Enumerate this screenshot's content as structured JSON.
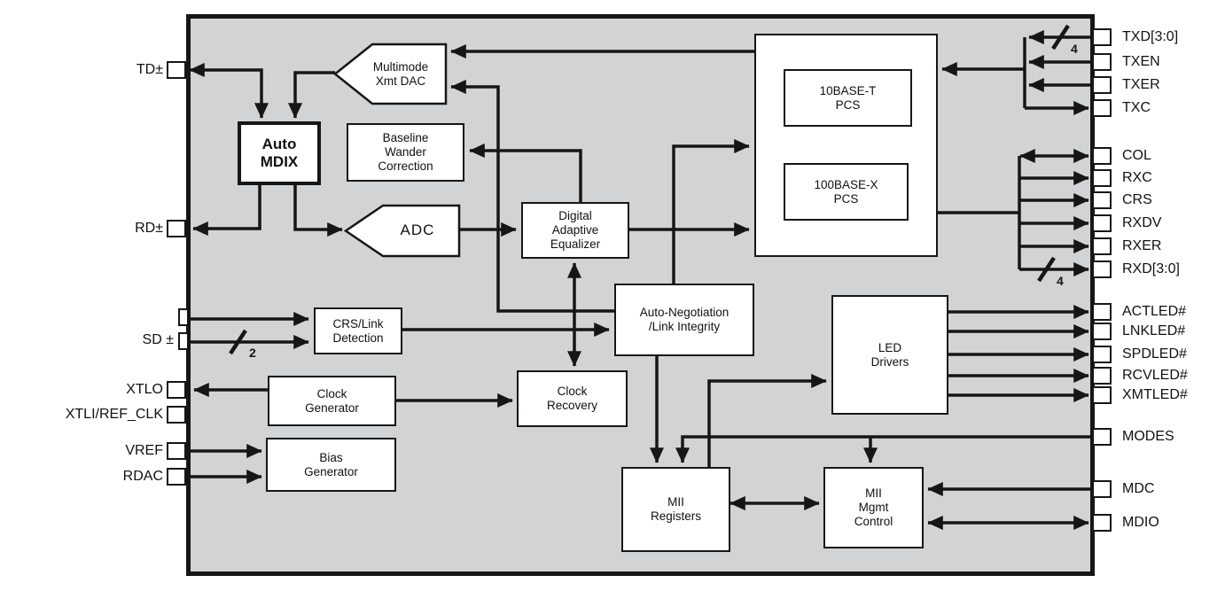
{
  "diagram_type": "phy-transceiver-block-diagram",
  "colors": {
    "chip_fill": "#d2d3d5",
    "line": "#161616",
    "box_fill": "#ffffff",
    "background": "#ffffff"
  },
  "blocks": {
    "auto_mdix": {
      "label": "Auto\nMDIX"
    },
    "multimode_dac": {
      "label": "Multimode\nXmt DAC"
    },
    "baseline_wander": {
      "label": "Baseline\nWander\nCorrection"
    },
    "adc": {
      "label": "ADC"
    },
    "equalizer": {
      "label": "Digital\nAdaptive\nEqualizer"
    },
    "crs_link": {
      "label": "CRS/Link\nDetection"
    },
    "clock_generator": {
      "label": "Clock\nGenerator"
    },
    "clock_recovery": {
      "label": "Clock\nRecovery"
    },
    "bias_generator": {
      "label": "Bias\nGenerator"
    },
    "auto_negotiation": {
      "label": "Auto-Negotiation\n/Link Integrity"
    },
    "pcs_10baset": {
      "label": "10BASE-T\nPCS"
    },
    "pcs_100basex": {
      "label": "100BASE-X\nPCS"
    },
    "led_drivers": {
      "label": "LED\nDrivers"
    },
    "mii_registers": {
      "label": "MII\nRegisters"
    },
    "mii_mgmt": {
      "label": "MII\nMgmt\nControl"
    }
  },
  "pins_left": {
    "td": {
      "label": "TD±"
    },
    "rd": {
      "label": "RD±"
    },
    "sd": {
      "label": "SD ±"
    },
    "xtlo": {
      "label": "XTLO"
    },
    "xtli": {
      "label": "XTLI/REF_CLK"
    },
    "vref": {
      "label": "VREF"
    },
    "rdac": {
      "label": "RDAC"
    }
  },
  "pins_right": {
    "txd": {
      "label": "TXD[3:0]"
    },
    "txen": {
      "label": "TXEN"
    },
    "txer": {
      "label": "TXER"
    },
    "txc": {
      "label": "TXC"
    },
    "col": {
      "label": "COL"
    },
    "rxc": {
      "label": "RXC"
    },
    "crs": {
      "label": "CRS"
    },
    "rxdv": {
      "label": "RXDV"
    },
    "rxer": {
      "label": "RXER"
    },
    "rxd": {
      "label": "RXD[3:0]"
    },
    "actled": {
      "label": "ACTLED#"
    },
    "lnkled": {
      "label": "LNKLED#"
    },
    "spdled": {
      "label": "SPDLED#"
    },
    "rcvled": {
      "label": "RCVLED#"
    },
    "xmtled": {
      "label": "XMTLED#"
    },
    "modes": {
      "label": "MODES"
    },
    "mdc": {
      "label": "MDC"
    },
    "mdio": {
      "label": "MDIO"
    }
  },
  "bus_widths": {
    "sd": "2",
    "txd": "4",
    "rxd": "4"
  },
  "connections": [
    {
      "from": "TD± pin",
      "to": "Auto MDIX",
      "style": "bidirectional"
    },
    {
      "from": "Multimode Xmt DAC",
      "to": "Auto MDIX",
      "style": "arrow"
    },
    {
      "from": "Auto MDIX",
      "to": "RD± pin",
      "style": "arrow"
    },
    {
      "from": "Auto MDIX",
      "to": "ADC",
      "style": "arrow"
    },
    {
      "from": "ADC",
      "to": "Digital Adaptive Equalizer",
      "style": "arrow"
    },
    {
      "from": "Digital Adaptive Equalizer",
      "to": "Baseline Wander Correction",
      "style": "arrow"
    },
    {
      "from": "Digital Adaptive Equalizer",
      "to": "PCS block (two inputs)",
      "style": "arrow"
    },
    {
      "from": "Digital Adaptive Equalizer",
      "to": "Auto-Negotiation /Link Integrity",
      "style": "line"
    },
    {
      "from": "Digital Adaptive Equalizer",
      "to": "Clock Recovery",
      "style": "bidirectional"
    },
    {
      "from": "PCS block",
      "to": "Multimode Xmt DAC",
      "style": "arrow"
    },
    {
      "from": "Auto-Negotiation /Link Integrity",
      "to": "Multimode Xmt DAC",
      "style": "arrow"
    },
    {
      "from": "SD± pins",
      "to": "CRS/Link Detection",
      "style": "arrows, bus /2"
    },
    {
      "from": "CRS/Link Detection",
      "to": "Auto-Negotiation /Link Integrity",
      "style": "arrow"
    },
    {
      "from": "Clock Generator",
      "to": "XTLO pin",
      "style": "arrow"
    },
    {
      "from": "Clock Generator",
      "to": "Clock Recovery",
      "style": "arrow"
    },
    {
      "from": "VREF pin",
      "to": "Bias Generator",
      "style": "arrow"
    },
    {
      "from": "RDAC pin",
      "to": "Bias Generator",
      "style": "arrow"
    },
    {
      "from": "Auto-Negotiation /Link Integrity",
      "to": "MII Registers",
      "style": "arrow"
    },
    {
      "from": "MODES pin",
      "to": "MII Registers",
      "style": "arrow"
    },
    {
      "from": "MODES pin",
      "to": "MII Mgmt Control",
      "style": "arrow"
    },
    {
      "from": "MII Registers",
      "to": "LED Drivers",
      "style": "arrow"
    },
    {
      "from": "MII Registers",
      "to": "MII Mgmt Control",
      "style": "bidirectional"
    },
    {
      "from": "MDC pin",
      "to": "MII Mgmt Control",
      "style": "arrow"
    },
    {
      "from": "MII Mgmt Control",
      "to": "MDIO pin",
      "style": "bidirectional"
    },
    {
      "from": "LED Drivers",
      "to": "ACTLED# LNKLED# SPDLED# RCVLED# XMTLED# pins",
      "style": "arrows"
    },
    {
      "from": "TXD[3:0] /4, TXEN, TXER pins",
      "to": "PCS block",
      "style": "arrows"
    },
    {
      "from": "PCS block",
      "to": "TXC pin",
      "style": "arrow"
    },
    {
      "from": "PCS block",
      "to": "COL (bidir), RXC, CRS, RXDV, RXER, RXD[3:0] /4 pins",
      "style": "arrows"
    }
  ]
}
